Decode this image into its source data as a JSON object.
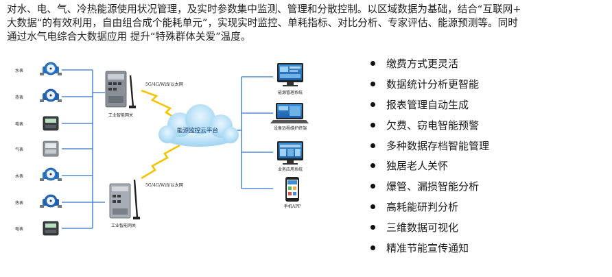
{
  "intro": {
    "line1": "对水、电、气、冷热能源使用状况管理，及实时参数集中监测、管理和分散控制。以区域数据为基础，结合“互联网+",
    "line2": "大数据“的有效利用，自由组合成个能耗单元”，实现实时监控、单耗指标、对比分析、专家评估、能源预测等。同时",
    "line3": "通过水气电综合大数据应用 提升“特殊群体关爱”温度。"
  },
  "diagram": {
    "meters": [
      "水表",
      "热表",
      "电表",
      "气表",
      "水表",
      "热表",
      "电表"
    ],
    "gateway_top_label": "工业智能网关",
    "gateway_bottom_label": "工业智能网关",
    "network_top_label": "5G/4G/Wifi/以太网",
    "network_bottom_label": "5G/4G/Wifi/以太网",
    "cloud_label": "能源监控云平台",
    "apps": [
      "能源管理系统",
      "设备远程维护终端",
      "业务应用系统",
      "手机APP"
    ]
  },
  "features": [
    "缴费方式更灵活",
    "数据统计分析更智能",
    "报表管理自动生成",
    "欠费、窃电智能预警",
    "多种数据存档智能管理",
    "独居老人关怀",
    "爆管、漏损智能分析",
    "高耗能研判分析",
    "三维数据可视化",
    "精准节能宣传通知"
  ]
}
